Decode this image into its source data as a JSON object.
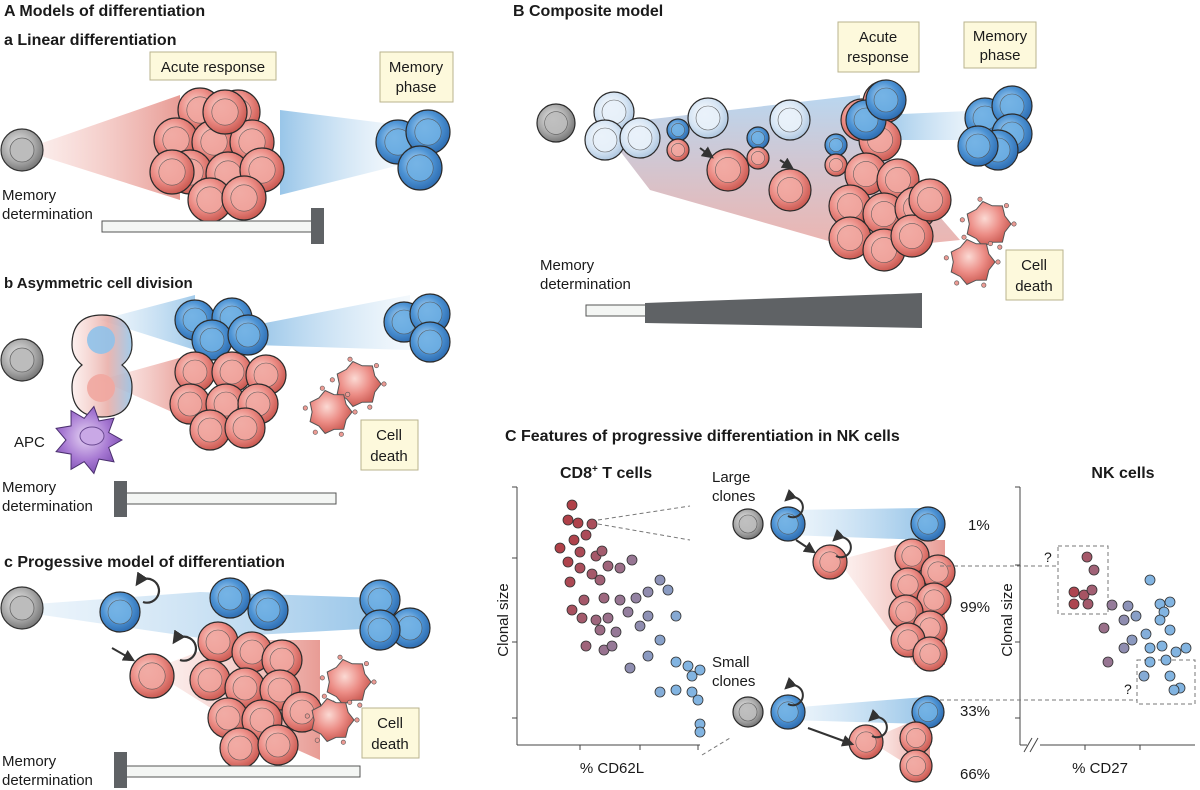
{
  "panelA": {
    "title": "A  Models of differentiation",
    "a_title": "a  Linear differentiation",
    "a_acute": "Acute response",
    "a_memory": [
      "Memory",
      "phase"
    ],
    "a_memdet": [
      "Memory",
      "determination"
    ],
    "b_title": "b  Asymmetric cell division",
    "b_apc": "APC",
    "b_celldeath": [
      "Cell",
      "death"
    ],
    "b_memdet": [
      "Memory",
      "determination"
    ],
    "c_title": "c  Progessive model of differentiation",
    "c_celldeath": [
      "Cell",
      "death"
    ],
    "c_memdet": [
      "Memory",
      "determination"
    ]
  },
  "panelB": {
    "title": "B  Composite model",
    "acute": [
      "Acute",
      "response"
    ],
    "memory": [
      "Memory",
      "phase"
    ],
    "memdet": [
      "Memory",
      "determination"
    ],
    "celldeath": [
      "Cell",
      "death"
    ]
  },
  "panelC": {
    "title": "C  Features of progressive differentiation in NK cells",
    "cd8_title": "CD8",
    "cd8_sup": "+",
    "cd8_rest": " T cells",
    "nk_title": "NK cells",
    "ylabel": "Clonal size",
    "xlabel_cd8": "% CD62L",
    "xlabel_nk": "% CD27",
    "large": [
      "Large",
      "clones"
    ],
    "small": [
      "Small",
      "clones"
    ],
    "pct_large_top": "1%",
    "pct_large_bot": "99%",
    "pct_small_top": "33%",
    "pct_small_bot": "66%",
    "q1": "?",
    "q2": "?"
  },
  "colors": {
    "red": "#e8908c",
    "blue": "#4a90cf",
    "grey": "#9a9a9a",
    "dark": "#606366"
  }
}
